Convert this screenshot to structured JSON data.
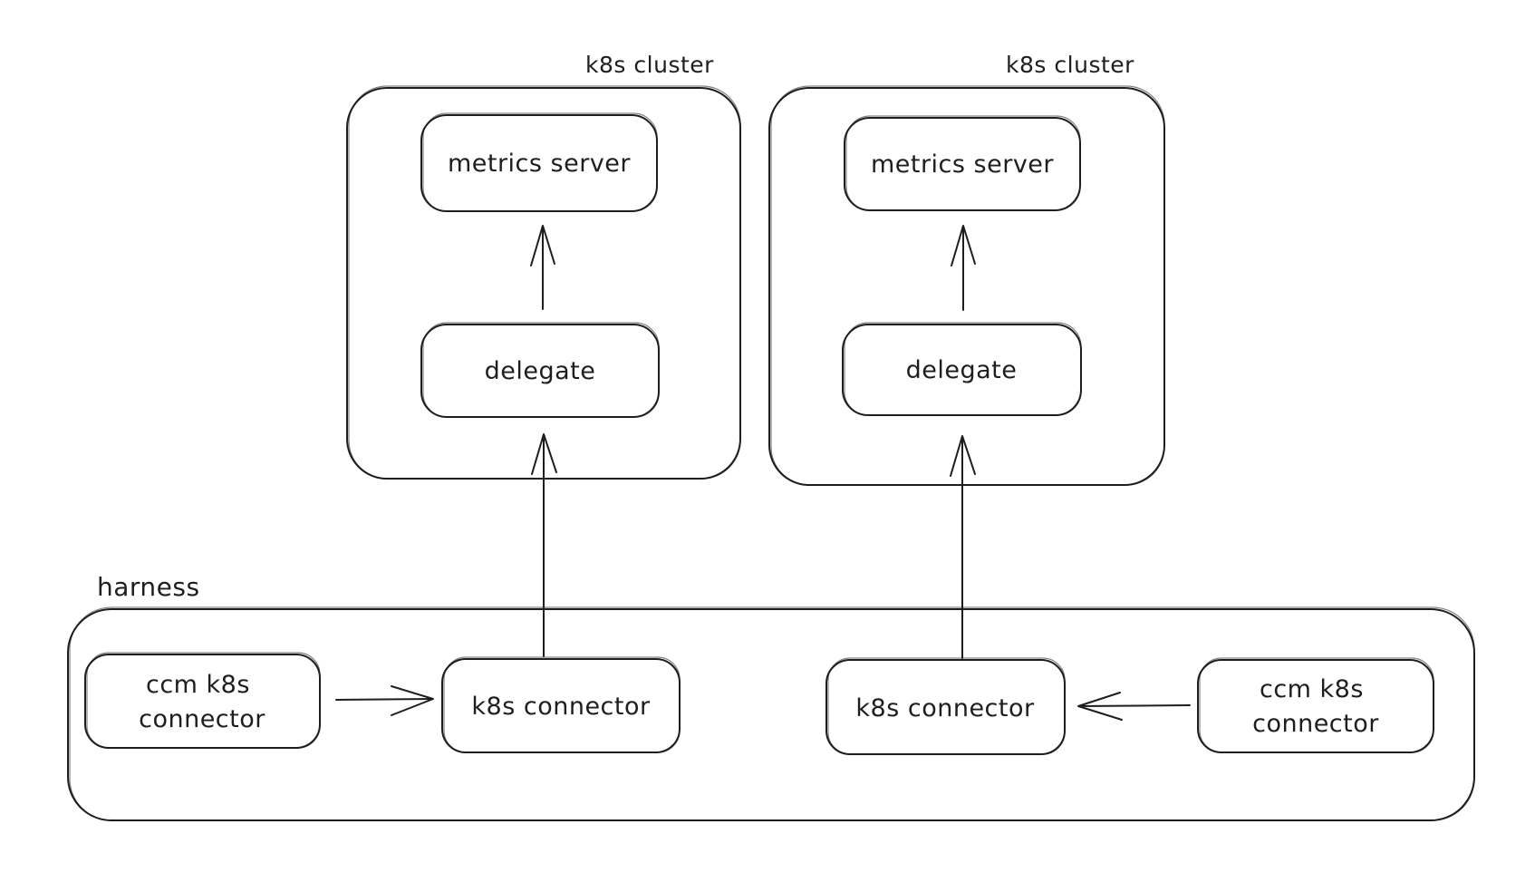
{
  "colors": {
    "background": "#ffffff",
    "stroke": "#1e1e1e"
  },
  "clusters": {
    "left": {
      "label": "k8s cluster",
      "metrics_server": "metrics server",
      "delegate": "delegate"
    },
    "right": {
      "label": "k8s cluster",
      "metrics_server": "metrics server",
      "delegate": "delegate"
    }
  },
  "harness": {
    "label": "harness",
    "ccm_connector_left": {
      "line1": "ccm k8s",
      "line2": "connector"
    },
    "k8s_connector_left": "k8s connector",
    "k8s_connector_right": "k8s connector",
    "ccm_connector_right": {
      "line1": "ccm k8s",
      "line2": "connector"
    }
  }
}
